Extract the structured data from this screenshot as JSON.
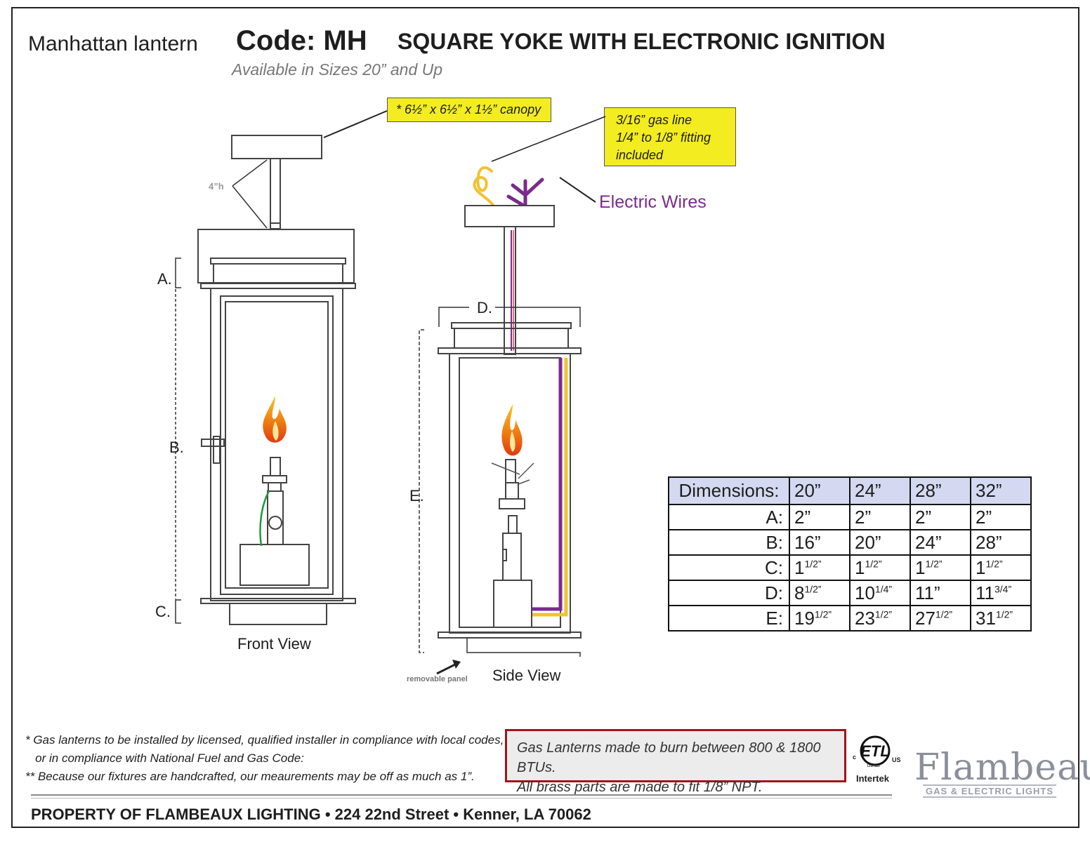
{
  "header": {
    "product_name": "Manhattan lantern",
    "code": "Code: MH",
    "subtitle": "SQUARE YOKE WITH ELECTRONIC IGNITION",
    "availability": "Available in Sizes 20” and Up"
  },
  "callouts": {
    "canopy": "* 6½” x 6½” x 1½” canopy",
    "gas_line": [
      "3/16” gas line",
      "1/4” to 1/8” fitting",
      "included"
    ],
    "electric_wires": "Electric Wires",
    "height": "4”h",
    "removable_panel": "removable panel"
  },
  "labels": {
    "a": "A.",
    "b": "B.",
    "c": "C.",
    "d": "D.",
    "e": "E.",
    "front_view": "Front View",
    "side_view": "Side View"
  },
  "dimensions_table": {
    "header": "Dimensions:",
    "sizes": [
      "20”",
      "24”",
      "28”",
      "32”"
    ],
    "rows": [
      {
        "label": "A:",
        "values": [
          {
            "whole": "2”",
            "frac": ""
          },
          {
            "whole": "2”",
            "frac": ""
          },
          {
            "whole": "2”",
            "frac": ""
          },
          {
            "whole": "2”",
            "frac": ""
          }
        ]
      },
      {
        "label": "B:",
        "values": [
          {
            "whole": "16”",
            "frac": ""
          },
          {
            "whole": "20”",
            "frac": ""
          },
          {
            "whole": "24”",
            "frac": ""
          },
          {
            "whole": "28”",
            "frac": ""
          }
        ]
      },
      {
        "label": "C:",
        "values": [
          {
            "whole": "1",
            "frac": "1/2”"
          },
          {
            "whole": "1",
            "frac": "1/2”"
          },
          {
            "whole": "1",
            "frac": "1/2”"
          },
          {
            "whole": "1",
            "frac": "1/2”"
          }
        ]
      },
      {
        "label": "D:",
        "values": [
          {
            "whole": "8",
            "frac": "1/2”"
          },
          {
            "whole": "10",
            "frac": "1/4”"
          },
          {
            "whole": "11”",
            "frac": ""
          },
          {
            "whole": "11",
            "frac": "3/4”"
          }
        ]
      },
      {
        "label": "E:",
        "values": [
          {
            "whole": "19",
            "frac": "1/2”"
          },
          {
            "whole": "23",
            "frac": "1/2”"
          },
          {
            "whole": "27",
            "frac": "1/2”"
          },
          {
            "whole": "31",
            "frac": "1/2”"
          }
        ]
      }
    ]
  },
  "notes": [
    "* Gas lanterns to be installed by licensed, qualified installer in compliance with local codes,",
    "   or in compliance with National Fuel and Gas Code:",
    "** Because our fixtures are handcrafted, our meaurements may be off as much as 1”."
  ],
  "btu_box": [
    "Gas Lanterns made to burn between 800 & 1800 BTUs.",
    "All brass parts are made to fit 1/8” NPT."
  ],
  "certification": {
    "c": "c",
    "us": "US",
    "listed": "LISTED",
    "name": "Intertek"
  },
  "brand": {
    "name": "Flambeaux",
    "tagline": "GAS & ELECTRIC LIGHTS"
  },
  "footer": "PROPERTY OF FLAMBEAUX LIGHTING • 224 22nd Street • Kenner, LA 70062",
  "colors": {
    "callout_yellow": "#f2ec20",
    "wire_purple": "#7b2a8d",
    "wire_yellow": "#f0c232",
    "table_header": "#d4d9f1",
    "btu_border": "#a2141c"
  }
}
